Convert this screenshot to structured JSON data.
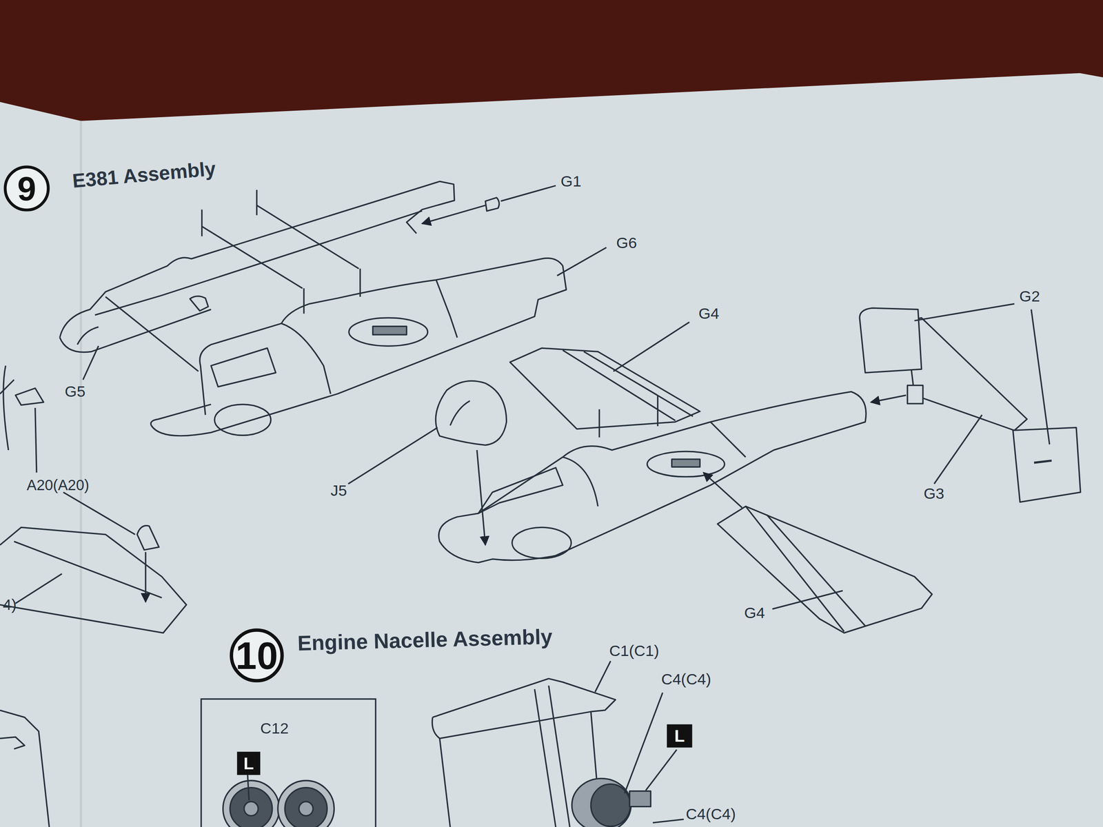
{
  "diagram": {
    "nodes": [
      {
        "text": [
          "9",
          "E381 Assembly"
        ]
      },
      {
        "text": [
          "10",
          "Engine Nacelle Assembly"
        ]
      },
      {
        "text": [
          "C12"
        ]
      },
      {
        "text": [
          "L"
        ],
        "in": 2
      },
      {
        "text": [
          "L"
        ]
      }
    ],
    "labels": [
      "G1",
      "G6",
      "G4",
      "G2",
      "G5",
      "A20(A20)",
      "J5",
      "G3",
      "G4",
      "4)",
      "C1(C1)",
      "C4(C4)",
      "C4(C4)"
    ]
  }
}
